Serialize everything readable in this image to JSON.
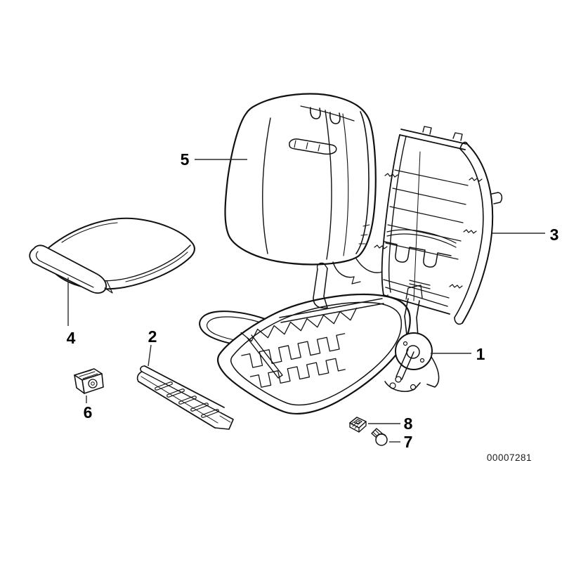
{
  "colors": {
    "background": "#ffffff",
    "line": "#111111",
    "leader": "#2b2b2b"
  },
  "diagram": {
    "document_number": "00007281",
    "callouts": {
      "c1": {
        "label": "1"
      },
      "c2": {
        "label": "2"
      },
      "c3": {
        "label": "3"
      },
      "c4": {
        "label": "4"
      },
      "c5": {
        "label": "5"
      },
      "c6": {
        "label": "6"
      },
      "c7": {
        "label": "7"
      },
      "c8": {
        "label": "8"
      }
    }
  }
}
